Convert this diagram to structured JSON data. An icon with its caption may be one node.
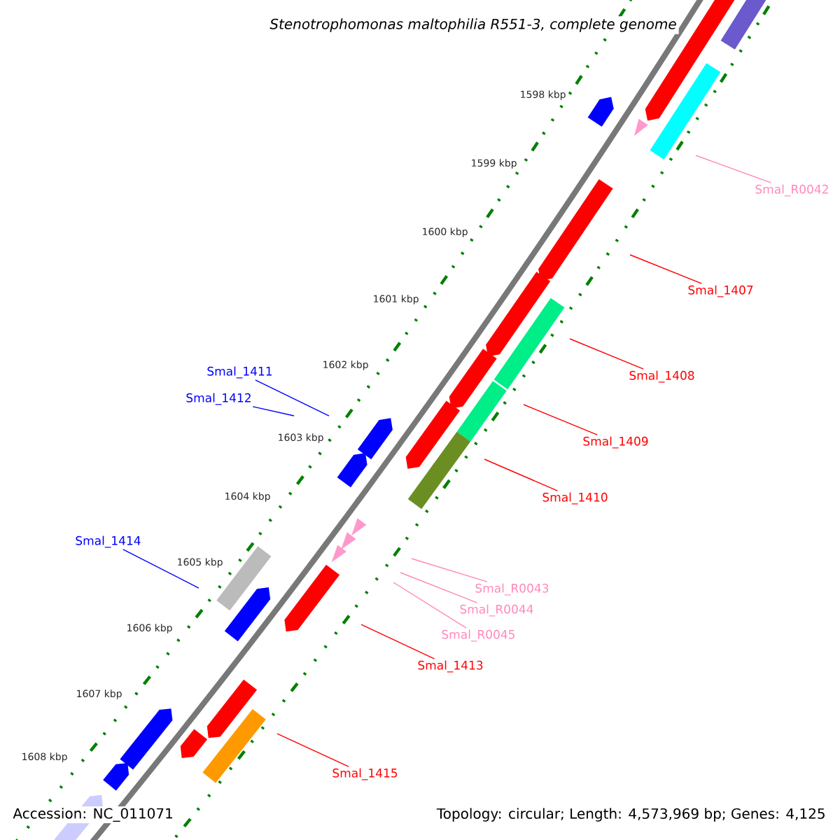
{
  "diagram": {
    "title": "*Stenotrophomonas maltophilia R551-3, complete genome*",
    "nodes": [
      {
        "text": [
          "Smal_R0042"
        ]
      },
      {
        "text": [
          "Smal_1407"
        ]
      },
      {
        "text": [
          "Smal_1408"
        ]
      },
      {
        "text": [
          "Smal_1411"
        ]
      },
      {
        "text": [
          "Smal_1412"
        ]
      },
      {
        "text": [
          "Smal_1409"
        ]
      },
      {
        "text": [
          "Smal_1410"
        ]
      },
      {
        "text": [
          "Smal_1414"
        ]
      },
      {
        "text": [
          "Smal_R0043"
        ]
      },
      {
        "text": [
          "Smal_R0044"
        ]
      },
      {
        "text": [
          "Smal_R0045"
        ]
      },
      {
        "text": [
          "Smal_1413"
        ]
      },
      {
        "text": [
          "Smal_1415"
        ]
      }
    ],
    "edges": [
      {
        "from": 0,
        "to": null,
        "arrow": "none",
        "color": "#ff88bb"
      },
      {
        "from": 1,
        "to": null,
        "arrow": "none"
      },
      {
        "from": 2,
        "to": null,
        "arrow": "none"
      },
      {
        "from": 3,
        "to": null,
        "arrow": "none",
        "color": "#0000ff"
      },
      {
        "from": 4,
        "to": null,
        "arrow": "none",
        "color": "#0000ff"
      },
      {
        "from": 5,
        "to": null,
        "arrow": "none"
      },
      {
        "from": 6,
        "to": null,
        "arrow": "none"
      },
      {
        "from": 7,
        "to": null,
        "arrow": "none",
        "color": "#0000ff"
      },
      {
        "from": 8,
        "to": null,
        "arrow": "none",
        "color": "#ff88bb"
      },
      {
        "from": 9,
        "to": null,
        "arrow": "none",
        "color": "#ff88bb"
      },
      {
        "from": 10,
        "to": null,
        "arrow": "none",
        "color": "#ff88bb"
      },
      {
        "from": 11,
        "to": null,
        "arrow": "none"
      },
      {
        "from": 12,
        "to": null,
        "arrow": "none"
      }
    ],
    "labels": [
      "1598 kbp",
      "1599 kbp",
      "1600 kbp",
      "1601 kbp",
      "1602 kbp",
      "1603 kbp",
      "1604 kbp",
      "1605 kbp",
      "1606 kbp",
      "1607 kbp",
      "1608 kbp",
      "Accession: NC_011071",
      "Topology: circular; Length: 4,573,969 bp; Genes: 4,125"
    ]
  }
}
